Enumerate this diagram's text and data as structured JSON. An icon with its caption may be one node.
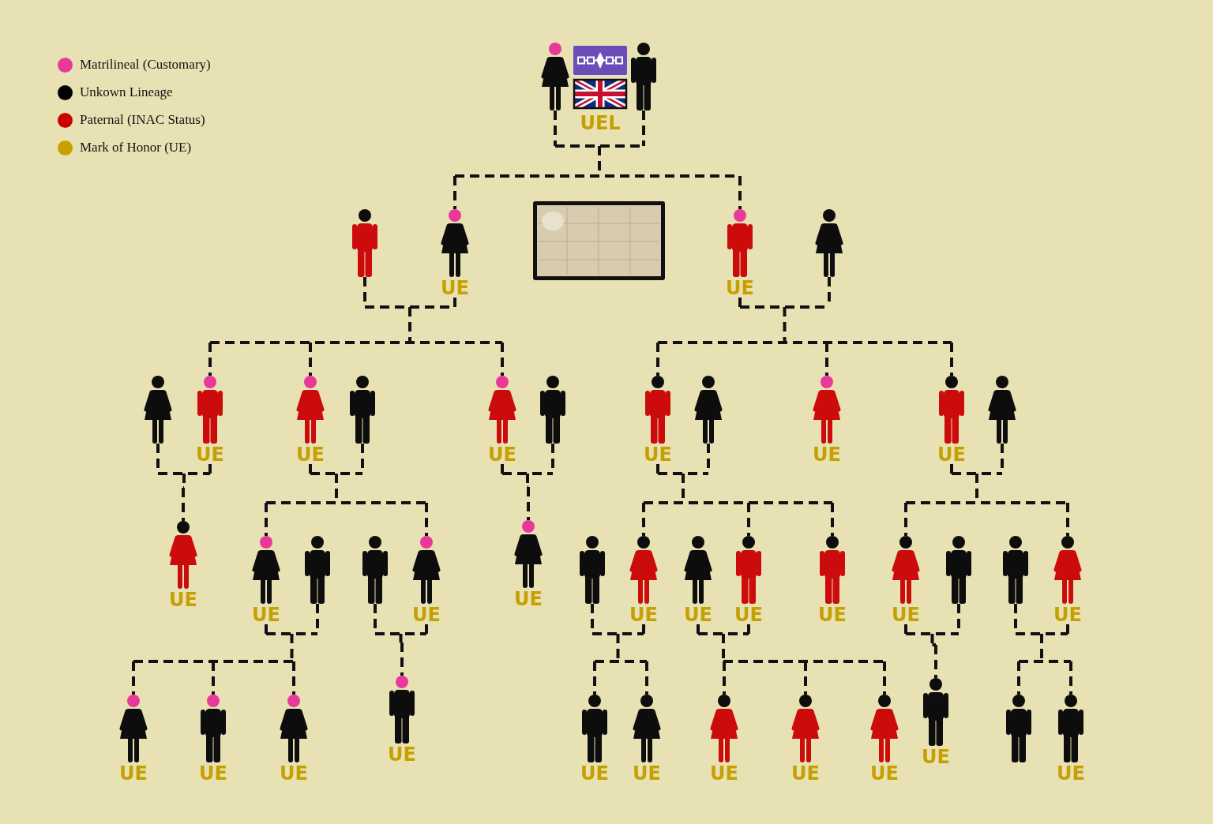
{
  "diagram": {
    "nodes": [
      {
        "text": [],
        "shape": "person"
      },
      {
        "text": [],
        "shape": "person"
      },
      {
        "text": [],
        "shape": "person"
      },
      {
        "text": [
          "UE"
        ]
      },
      {
        "text": [
          "UE"
        ]
      },
      {
        "text": [],
        "shape": "person"
      },
      {
        "text": [],
        "shape": "person"
      },
      {
        "text": [
          "UE"
        ]
      },
      {
        "text": [
          "UE"
        ]
      },
      {
        "text": [],
        "shape": "person"
      },
      {
        "text": [
          "UE"
        ]
      },
      {
        "text": [],
        "shape": "person"
      },
      {
        "text": [
          "UE"
        ]
      },
      {
        "text": [],
        "shape": "person"
      },
      {
        "text": [
          "UE"
        ]
      },
      {
        "text": [
          "UE"
        ]
      },
      {
        "text": [],
        "shape": "person"
      },
      {
        "text": [
          "UE"
        ]
      },
      {
        "text": [
          "UE"
        ]
      },
      {
        "text": [],
        "shape": "person"
      },
      {
        "text": [],
        "shape": "person"
      },
      {
        "text": [
          "UE"
        ]
      },
      {
        "text": [
          "UE"
        ]
      },
      {
        "text": [],
        "shape": "person"
      },
      {
        "text": [
          "UE"
        ]
      },
      {
        "text": [
          "UE"
        ]
      },
      {
        "text": [
          "UE"
        ]
      },
      {
        "text": [
          "UE"
        ]
      },
      {
        "text": [
          "UE"
        ]
      },
      {
        "text": [],
        "shape": "person"
      },
      {
        "text": [],
        "shape": "person"
      },
      {
        "text": [
          "UE"
        ]
      },
      {
        "text": [
          "UE"
        ]
      },
      {
        "text": [
          "UE"
        ]
      },
      {
        "text": [
          "UE"
        ]
      },
      {
        "text": [
          "UE"
        ]
      },
      {
        "text": [
          "UE"
        ]
      },
      {
        "text": [
          "UE"
        ]
      },
      {
        "text": [
          "UE"
        ]
      },
      {
        "text": [
          "UE"
        ]
      },
      {
        "text": [
          "UE"
        ]
      },
      {
        "text": [
          "UE"
        ]
      },
      {
        "text": [],
        "shape": "person"
      },
      {
        "text": [
          "UE"
        ]
      }
    ],
    "edges": [
      {
        "from": 0,
        "to": 3,
        "arrow": "none",
        "style": "dashed"
      },
      {
        "from": 1,
        "to": 3,
        "arrow": "none",
        "style": "dashed"
      },
      {
        "from": 0,
        "to": 4,
        "arrow": "none",
        "style": "dashed"
      },
      {
        "from": 1,
        "to": 4,
        "arrow": "none",
        "style": "dashed"
      },
      {
        "from": 2,
        "to": 7,
        "arrow": "none",
        "style": "dashed"
      },
      {
        "from": 3,
        "to": 7,
        "arrow": "none",
        "style": "dashed"
      },
      {
        "from": 2,
        "to": 8,
        "arrow": "none",
        "style": "dashed"
      },
      {
        "from": 3,
        "to": 8,
        "arrow": "none",
        "style": "dashed"
      },
      {
        "from": 2,
        "to": 10,
        "arrow": "none",
        "style": "dashed"
      },
      {
        "from": 3,
        "to": 10,
        "arrow": "none",
        "style": "dashed"
      },
      {
        "from": 4,
        "to": 12,
        "arrow": "none",
        "style": "dashed"
      },
      {
        "from": 5,
        "to": 12,
        "arrow": "none",
        "style": "dashed"
      },
      {
        "from": 4,
        "to": 14,
        "arrow": "none",
        "style": "dashed"
      },
      {
        "from": 5,
        "to": 14,
        "arrow": "none",
        "style": "dashed"
      },
      {
        "from": 4,
        "to": 15,
        "arrow": "none",
        "style": "dashed"
      },
      {
        "from": 5,
        "to": 15,
        "arrow": "none",
        "style": "dashed"
      },
      {
        "from": 6,
        "to": 17,
        "arrow": "none",
        "style": "dashed"
      },
      {
        "from": 7,
        "to": 17,
        "arrow": "none",
        "style": "dashed"
      },
      {
        "from": 8,
        "to": 18,
        "arrow": "none",
        "style": "dashed"
      },
      {
        "from": 9,
        "to": 18,
        "arrow": "none",
        "style": "dashed"
      },
      {
        "from": 8,
        "to": 21,
        "arrow": "none",
        "style": "dashed"
      },
      {
        "from": 9,
        "to": 21,
        "arrow": "none",
        "style": "dashed"
      },
      {
        "from": 10,
        "to": 22,
        "arrow": "none",
        "style": "dashed"
      },
      {
        "from": 11,
        "to": 22,
        "arrow": "none",
        "style": "dashed"
      },
      {
        "from": 12,
        "to": 24,
        "arrow": "none",
        "style": "dashed"
      },
      {
        "from": 13,
        "to": 24,
        "arrow": "none",
        "style": "dashed"
      },
      {
        "from": 12,
        "to": 26,
        "arrow": "none",
        "style": "dashed"
      },
      {
        "from": 13,
        "to": 26,
        "arrow": "none",
        "style": "dashed"
      },
      {
        "from": 12,
        "to": 27,
        "arrow": "none",
        "style": "dashed"
      },
      {
        "from": 13,
        "to": 27,
        "arrow": "none",
        "style": "dashed"
      },
      {
        "from": 15,
        "to": 28,
        "arrow": "none",
        "style": "dashed"
      },
      {
        "from": 16,
        "to": 28,
        "arrow": "none",
        "style": "dashed"
      },
      {
        "from": 15,
        "to": 31,
        "arrow": "none",
        "style": "dashed"
      },
      {
        "from": 16,
        "to": 31,
        "arrow": "none",
        "style": "dashed"
      },
      {
        "from": 18,
        "to": 32,
        "arrow": "none",
        "style": "dashed"
      },
      {
        "from": 19,
        "to": 32,
        "arrow": "none",
        "style": "dashed"
      },
      {
        "from": 18,
        "to": 33,
        "arrow": "none",
        "style": "dashed"
      },
      {
        "from": 19,
        "to": 33,
        "arrow": "none",
        "style": "dashed"
      },
      {
        "from": 18,
        "to": 34,
        "arrow": "none",
        "style": "dashed"
      },
      {
        "from": 19,
        "to": 34,
        "arrow": "none",
        "style": "dashed"
      },
      {
        "from": 20,
        "to": 35,
        "arrow": "none",
        "style": "dashed"
      },
      {
        "from": 21,
        "to": 35,
        "arrow": "none",
        "style": "dashed"
      },
      {
        "from": 23,
        "to": 36,
        "arrow": "none",
        "style": "dashed"
      },
      {
        "from": 24,
        "to": 36,
        "arrow": "none",
        "style": "dashed"
      },
      {
        "from": 23,
        "to": 37,
        "arrow": "none",
        "style": "dashed"
      },
      {
        "from": 24,
        "to": 37,
        "arrow": "none",
        "style": "dashed"
      },
      {
        "from": 25,
        "to": 38,
        "arrow": "none",
        "style": "dashed"
      },
      {
        "from": 26,
        "to": 38,
        "arrow": "none",
        "style": "dashed"
      },
      {
        "from": 25,
        "to": 39,
        "arrow": "none",
        "style": "dashed"
      },
      {
        "from": 26,
        "to": 39,
        "arrow": "none",
        "style": "dashed"
      },
      {
        "from": 25,
        "to": 40,
        "arrow": "none",
        "style": "dashed"
      },
      {
        "from": 26,
        "to": 40,
        "arrow": "none",
        "style": "dashed"
      },
      {
        "from": 28,
        "to": 41,
        "arrow": "none",
        "style": "dashed"
      },
      {
        "from": 29,
        "to": 41,
        "arrow": "none",
        "style": "dashed"
      },
      {
        "from": 30,
        "to": 42,
        "arrow": "none",
        "style": "dashed"
      },
      {
        "from": 31,
        "to": 42,
        "arrow": "none",
        "style": "dashed"
      },
      {
        "from": 30,
        "to": 43,
        "arrow": "none",
        "style": "dashed"
      },
      {
        "from": 31,
        "to": 43,
        "arrow": "none",
        "style": "dashed"
      }
    ],
    "labels": [
      "UEL"
    ],
    "legend": [
      {
        "text": "Matrilineal (Customary)",
        "color": "#e8399a"
      },
      {
        "text": "Unkown Lineage",
        "color": "#000000"
      },
      {
        "text": "Paternal (INAC Status)",
        "color": "#cc0000"
      },
      {
        "text": "Mark of Honor (UE)",
        "color": "#c8a000"
      }
    ]
  }
}
